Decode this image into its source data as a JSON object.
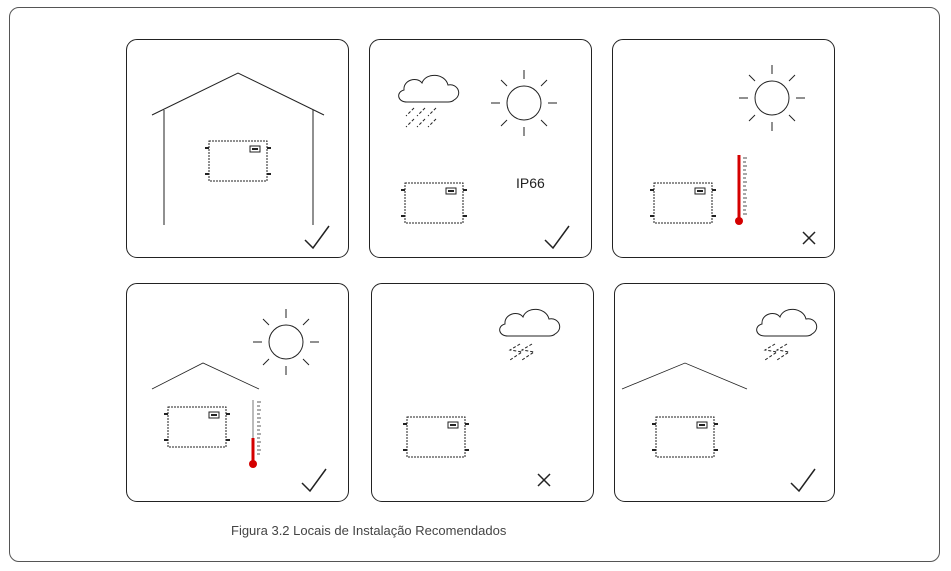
{
  "panels": [
    {
      "id": "indoor",
      "mark": "check"
    },
    {
      "id": "outdoor-rain-sun",
      "mark": "check",
      "rating_label": "IP66"
    },
    {
      "id": "direct-sun-heat",
      "mark": "cross"
    },
    {
      "id": "sheltered-sun-heat",
      "mark": "check"
    },
    {
      "id": "outdoor-rain",
      "mark": "cross"
    },
    {
      "id": "sheltered-rain",
      "mark": "check"
    }
  ],
  "caption": "Figura 3.2 Locais de Instalação Recomendados",
  "colors": {
    "line": "#222222",
    "thermometer": "#d40000",
    "border": "#555555"
  }
}
